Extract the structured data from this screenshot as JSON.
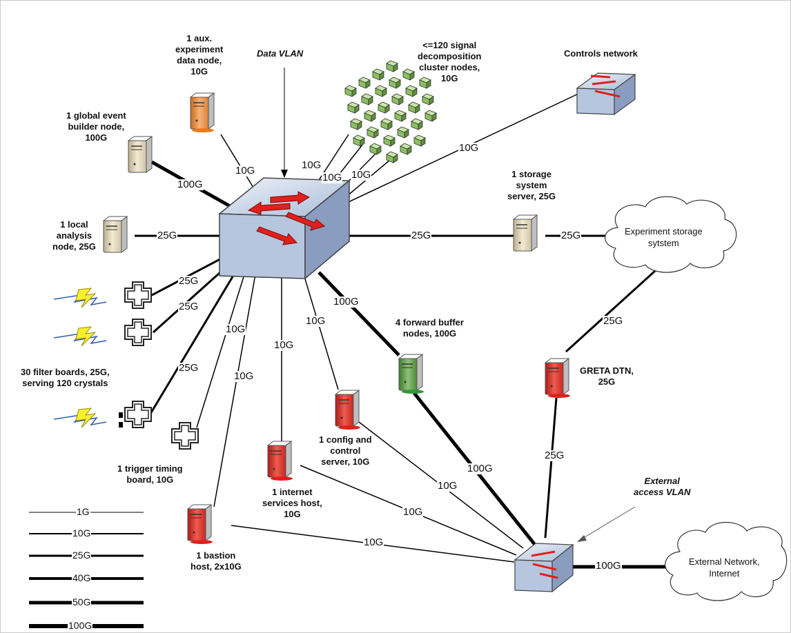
{
  "vlans": {
    "data": "Data VLAN",
    "external": "External access VLAN"
  },
  "nodes": {
    "aux": "1 aux. experiment data node, 10G",
    "signal": "<=120 signal decomposition cluster nodes, 10G",
    "controls": "Controls network",
    "global_event": "1 global event builder node, 100G",
    "storage_server": "1 storage system server, 25G",
    "storage_cloud": "Experiment storage sytstem",
    "local_analysis": "1 local analysis node, 25G",
    "forward_buffer": "4 forward buffer nodes, 100G",
    "greta_dtn": "GRETA DTN, 25G",
    "filter_boards": "30 filter boards, 25G, serving 120 crystals",
    "trigger": "1 trigger timing board, 10G",
    "config": "1 config and control server, 10G",
    "internet_services": "1 internet services host, 10G",
    "bastion": "1 bastion host, 2x10G",
    "external_cloud": "External Network, Internet"
  },
  "links": {
    "aux": "10G",
    "signal_a": "10G",
    "signal_b": "10G",
    "signal_c": "10G",
    "controls": "10G",
    "global_event": "100G",
    "local_analysis": "25G",
    "storage_server": "25G",
    "storage_cloud": "25G",
    "filter_1": "25G",
    "filter_2": "25G",
    "filter_3": "25G",
    "bastion": "10G",
    "trigger": "10G",
    "internet_services": "10G",
    "config": "10G",
    "forward_buffer": "100G",
    "cloud_greta": "25G",
    "greta_ext": "25G",
    "fb_ext": "100G",
    "config_ext": "10G",
    "inet_ext": "10G",
    "bastion_ext": "10G",
    "ext_internet": "100G"
  },
  "legend": [
    "1G",
    "10G",
    "25G",
    "40G",
    "50G",
    "100G"
  ],
  "colors": {
    "switch": "#a9bcd9",
    "arrow": "#e0201c",
    "server_tan": "#e9dfc6",
    "server_orange": "#ec9a52",
    "server_red": "#d83a32",
    "server_green": "#5f9a48",
    "lightning": "#f7f02c"
  }
}
